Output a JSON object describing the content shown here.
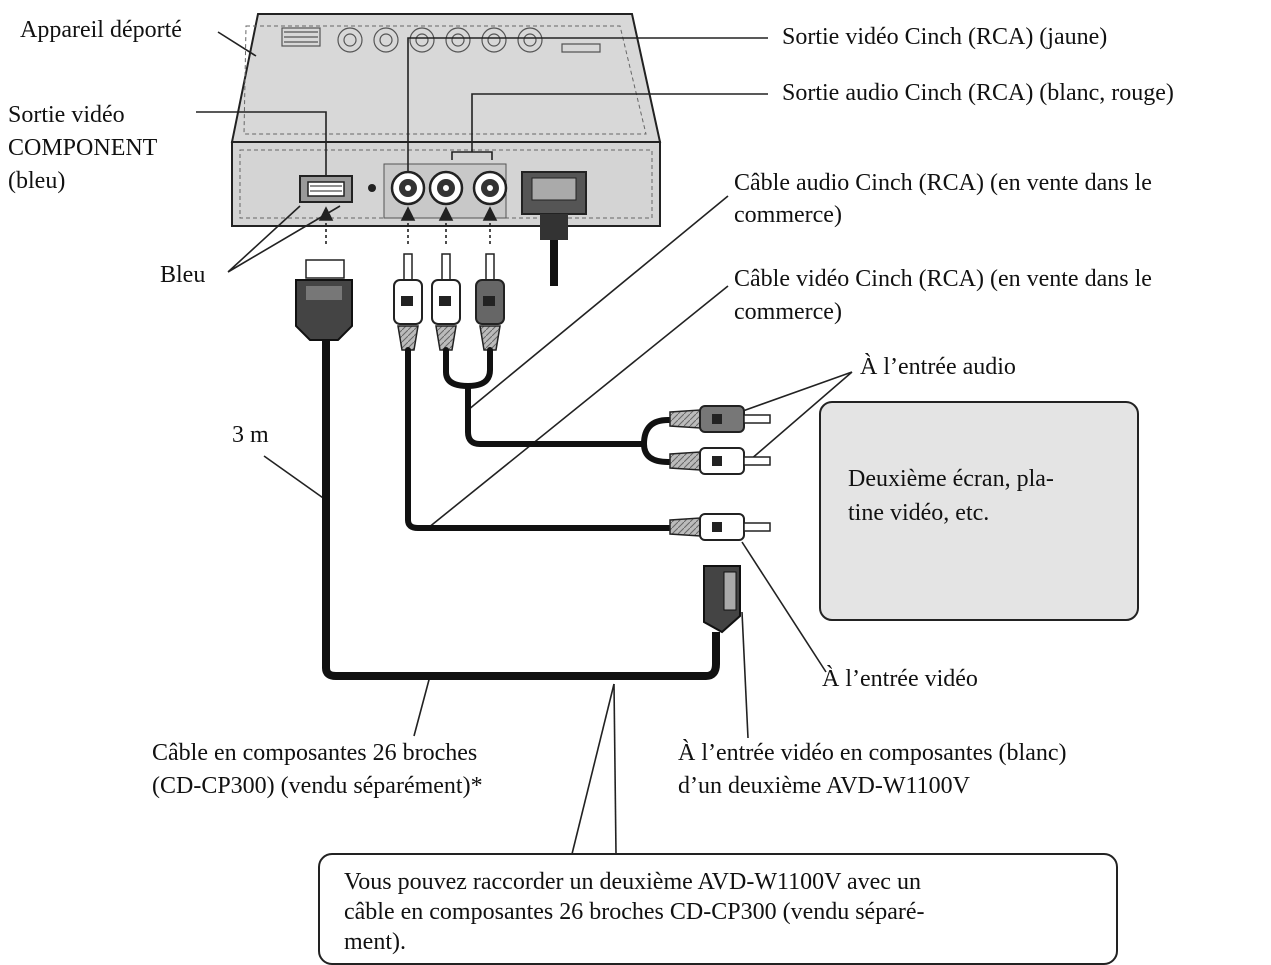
{
  "labels": {
    "remote_unit": "Appareil déporté",
    "component_out_1": "Sortie vidéo",
    "component_out_2": "COMPONENT",
    "component_out_3": "(bleu)",
    "blue": "Bleu",
    "video_out": "Sortie vidéo Cinch (RCA) (jaune)",
    "audio_out": "Sortie audio Cinch (RCA) (blanc, rouge)",
    "audio_cable_1": "Câble audio Cinch (RCA) (en vente dans le",
    "audio_cable_2": "commerce)",
    "video_cable_1": "Câble vidéo Cinch (RCA) (en vente dans le",
    "video_cable_2": "commerce)",
    "audio_in": "À l’entrée audio",
    "length": "3 m",
    "video_in": "À l’entrée vidéo",
    "cable_26_1": "Câble en composantes 26 broches",
    "cable_26_2": "(CD-CP300) (vendu séparément)*",
    "component_in_1": "À l’entrée vidéo en composantes (blanc)",
    "component_in_2": "d’un deuxième AVD-W1100V"
  },
  "screen": {
    "line1": "Deuxième écran, pla-",
    "line2": "tine vidéo, etc."
  },
  "note": {
    "line1": "Vous pouvez raccorder un deuxième AVD-W1100V avec un",
    "line2": "câble en composantes 26 broches CD-CP300 (vendu séparé-",
    "line3": "ment)."
  }
}
